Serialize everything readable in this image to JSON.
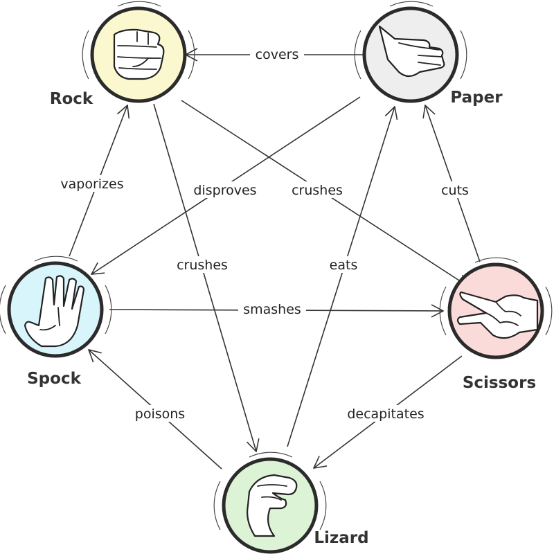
{
  "nodes": {
    "rock": {
      "label": "Rock",
      "fill": "#fbf7cf"
    },
    "paper": {
      "label": "Paper",
      "fill": "#eeeeee"
    },
    "scissors": {
      "label": "Scissors",
      "fill": "#fbdada"
    },
    "lizard": {
      "label": "Lizard",
      "fill": "#dcf3d6"
    },
    "spock": {
      "label": "Spock",
      "fill": "#d8f5fb"
    }
  },
  "edges": [
    {
      "from": "paper",
      "to": "rock",
      "label": "covers"
    },
    {
      "from": "rock",
      "to": "scissors",
      "label": "crushes"
    },
    {
      "from": "paper",
      "to": "spock",
      "label": "disproves"
    },
    {
      "from": "spock",
      "to": "rock",
      "label": "vaporizes"
    },
    {
      "from": "scissors",
      "to": "paper",
      "label": "cuts"
    },
    {
      "from": "spock",
      "to": "scissors",
      "label": "smashes"
    },
    {
      "from": "rock",
      "to": "lizard",
      "label": "crushes"
    },
    {
      "from": "lizard",
      "to": "paper",
      "label": "eats"
    },
    {
      "from": "lizard",
      "to": "spock",
      "label": "poisons"
    },
    {
      "from": "scissors",
      "to": "lizard",
      "label": "decapitates"
    }
  ],
  "colors": {
    "line": "#333333",
    "ring": "#2b2b2b",
    "text": "#333333"
  }
}
